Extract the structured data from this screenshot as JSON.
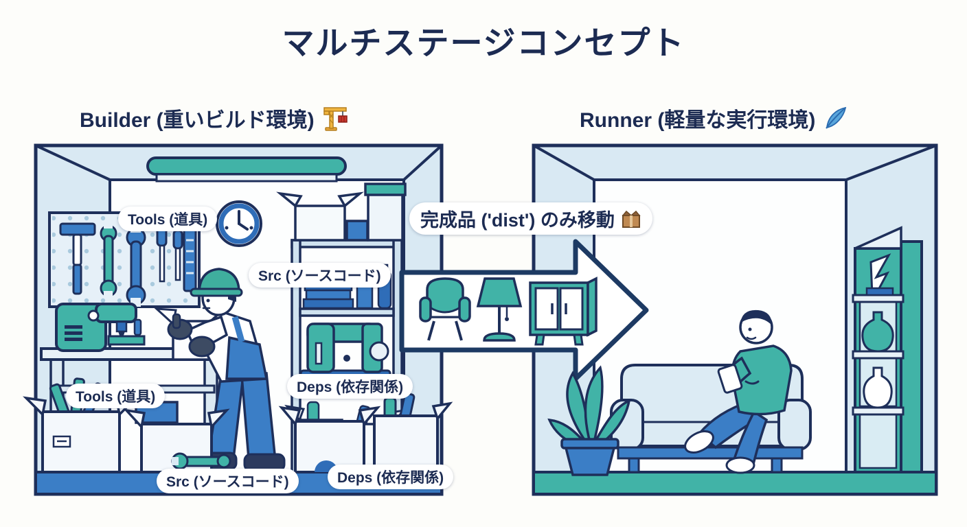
{
  "title": "マルチステージコンセプト",
  "builder": {
    "heading": "Builder (重いビルド環境)",
    "heading_icon": "crane-icon",
    "labels": {
      "tools_wall": "Tools (道具)",
      "src_shelf": "Src (ソースコード)",
      "deps_shelf": "Deps (依存関係)",
      "tools_floor": "Tools (道具)",
      "src_floor": "Src (ソースコード)",
      "deps_floor": "Deps (依存関係)"
    }
  },
  "runner": {
    "heading": "Runner (軽量な実行環境)",
    "heading_icon": "feather-icon"
  },
  "transfer": {
    "label": "完成品 ('dist') のみ移動",
    "label_icon": "package-icon",
    "furniture_icons": [
      "armchair-icon",
      "floor-lamp-icon",
      "cabinet-icon"
    ]
  },
  "colors": {
    "outline_navy": "#1e2f5a",
    "accent_blue": "#3b7ec6",
    "accent_teal": "#41b3a7",
    "wall_light_blue": "#d9e9f3",
    "builder_floor": "#3b7ec6",
    "runner_floor": "#41b3a7",
    "background": "#fdfdfa"
  }
}
